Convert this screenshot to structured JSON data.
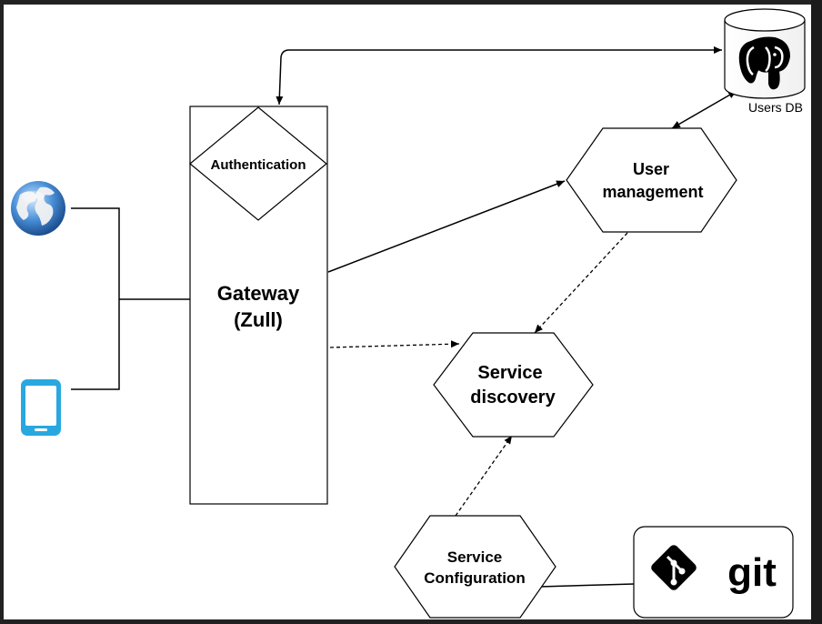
{
  "nodes": {
    "gateway": [
      "Gateway",
      "(Zull)"
    ],
    "authentication": "Authentication",
    "user_management": [
      "User",
      "management"
    ],
    "service_discovery": [
      "Service",
      "discovery"
    ],
    "service_configuration": [
      "Service",
      "Configuration"
    ],
    "users_db": "Users DB",
    "git": "git"
  },
  "colors": {
    "line": "#000000",
    "mobile": "#29a8e0",
    "globe": "#3b7fc4",
    "git": "#000000"
  },
  "icons": {
    "client_web": "globe-icon",
    "client_mobile": "mobile-phone-icon",
    "database": "postgresql-elephant-icon",
    "git_logo": "git-diamond-icon"
  }
}
